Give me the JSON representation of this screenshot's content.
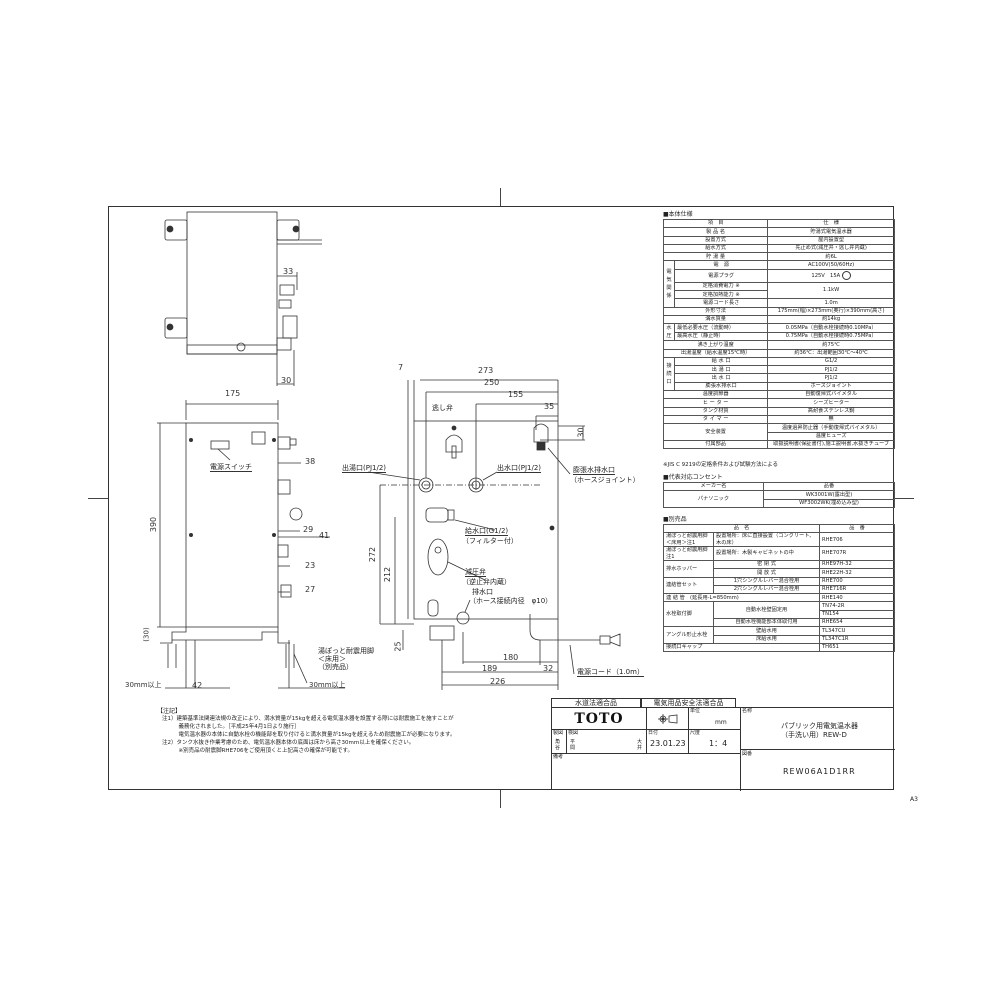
{
  "sheet": {
    "size_label": "A3"
  },
  "views": {
    "top": {
      "dims": {
        "d33": "33",
        "d30": "30"
      }
    },
    "side": {
      "dims": {
        "width": "175",
        "height": "390",
        "d38": "38",
        "d29": "29",
        "d41": "41",
        "d23": "23",
        "d27": "27",
        "d30b": "(30)",
        "d42": "42",
        "clear_left": "30mm以上",
        "clear_right": "30mm以上"
      },
      "labels": {
        "power_switch": "電源スイッチ",
        "leg_line1": "湯ぽっと耐震用脚",
        "leg_line2": "＜床用＞",
        "leg_line3": "（別売品）"
      }
    },
    "front": {
      "dims": {
        "d7": "7",
        "d273": "273",
        "d250": "250",
        "d155": "155",
        "d35": "35",
        "d30": "30",
        "d272": "272",
        "d212": "212",
        "d25": "25",
        "d180": "180",
        "d189": "189",
        "d32": "32",
        "d226": "226"
      },
      "labels": {
        "relief_valve": "逃し弁",
        "hot_outlet": "出湯口(PJ1/2)",
        "water_outlet": "出水口(PJ1/2)",
        "expansion_drain_1": "膨張水排水口",
        "expansion_drain_2": "（ホースジョイント）",
        "supply_inlet_1": "給水口(G1/2)",
        "supply_inlet_2": "（フィルター付）",
        "pressure_valve_1": "減圧弁",
        "pressure_valve_2": "（逆止弁内蔵）",
        "drain_1": "排水口",
        "drain_2": "（ホース接続内径　φ10）",
        "power_cord": "電源コード（1.0m）"
      }
    }
  },
  "spec": {
    "title": "■本体仕様",
    "header": [
      "項　目",
      "仕　様"
    ],
    "rows": [
      [
        "製 品 名",
        "貯湯式電気温水器"
      ],
      [
        "設置方式",
        "屋内設置型"
      ],
      [
        "給水方式",
        "先止め式(減圧弁・逃し弁内蔵)"
      ],
      [
        "貯 湯 量",
        "約6L"
      ],
      [
        "電　源",
        "AC100V(50/60Hz)"
      ],
      [
        "電源プラグ",
        "125V　15A"
      ],
      [
        "定格消費電力 ※",
        "1.1kW"
      ],
      [
        "定格加熱能力 ※",
        ""
      ],
      [
        "電源コード長さ",
        "1.0m"
      ],
      [
        "外形寸法",
        "175mm(幅)×273mm(奥行)×390mm(高さ)"
      ],
      [
        "満水質量",
        "約14kg"
      ],
      [
        "最低必要水圧（流動時）",
        "0.05MPa（自動水栓接続時0.10MPa）"
      ],
      [
        "最高水圧（静止時）",
        "0.75MPa（自動水栓接続時0.75MPa）"
      ],
      [
        "沸き上がり温度",
        "約75℃"
      ],
      [
        "出湯温度（給水温度15℃時）",
        "約36℃：出湯範囲30℃〜40℃"
      ],
      [
        "給 水 口",
        "G1/2"
      ],
      [
        "出 湯 口",
        "PJ1/2"
      ],
      [
        "出 水 口",
        "PJ1/2"
      ],
      [
        "膨張水排水口",
        "ホースジョイント"
      ],
      [
        "温度調節器",
        "自動復帰式バイメタル"
      ],
      [
        "ヒ ー タ ー",
        "シーズヒーター"
      ],
      [
        "タンク材質",
        "高耐食ステンレス鋼"
      ],
      [
        "タ イ マ ー",
        "無"
      ],
      [
        "安全装置",
        "温度過昇防止器（手動復帰式バイメタル）"
      ],
      [
        "",
        "温度ヒューズ"
      ],
      [
        "付属部品",
        "取扱説明書(保証書付),施工説明書,水抜きチューブ"
      ]
    ],
    "group_labels": {
      "electric": "電気関係",
      "water_pressure": "水圧",
      "connection": "接続口"
    },
    "note": "※JIS C 9219の定格条件および試験方法による"
  },
  "outlet": {
    "title": "■代表対応コンセント",
    "header": [
      "メーカー名",
      "品番"
    ],
    "maker": "パナソニック",
    "parts": [
      "WK3001W(露出型)",
      "WF3002WK(埋め込み型)"
    ]
  },
  "options": {
    "title": "■別売品",
    "header": [
      "品　名",
      "品　番"
    ],
    "rows": [
      {
        "name": "湯ぽっと耐震用脚＜床用＞注1",
        "detail": "設置場所：床に直接設置（コンクリート、木の床）",
        "code": "RHE706"
      },
      {
        "name": "湯ぽっと耐震用脚注1",
        "detail": "設置場所：木製キャビネットの中",
        "code": "RHE707R"
      },
      {
        "name": "排水ホッパー",
        "detail": "密 閉 式",
        "code": "RHE97H-32"
      },
      {
        "name": "",
        "detail": "開 放 式",
        "code": "RHE22H-32"
      },
      {
        "name": "連結管セット",
        "detail": "1穴シングルレバー混合栓用",
        "code": "RHE700"
      },
      {
        "name": "",
        "detail": "2穴シングルレバー混合栓用",
        "code": "RHE716R"
      },
      {
        "name": "連 結 管　(延長用-L=850mm)",
        "detail": "",
        "code": "RHE140"
      },
      {
        "name": "水栓取付脚",
        "detail": "自動水栓壁固定用",
        "code": "TN74-2R"
      },
      {
        "name": "",
        "detail": "",
        "code": "TN154"
      },
      {
        "name": "",
        "detail": "自動水栓機能部本体取付用",
        "code": "RHE654"
      },
      {
        "name": "アングル形止水栓",
        "detail": "壁給水用",
        "code": "TL347CU"
      },
      {
        "name": "",
        "detail": "床給水用",
        "code": "TL347C1R"
      },
      {
        "name": "接続口キャップ",
        "detail": "",
        "code": "TH651"
      }
    ]
  },
  "notes": {
    "title": "【注記】",
    "lines": [
      "注1）建築基準法関連法規の改正により、満水質量が15kgを超える電気温水器を設置する際には耐震施工を施すことが",
      "　　　義務化されました。［平成25年4月1日より施行］",
      "　　　電気温水器の本体に自動水栓の機能部を取り付けると満水質量が15kgを超えるため耐震施工が必要になります。",
      "注2）タンク水抜き作業考慮のため、電気温水器本体の底面は床から高さ30mm以上を確保ください。",
      "　　　※別売品の耐震脚RHE706をご使用頂くと上記高さの確保が可能です。"
    ]
  },
  "title_block": {
    "cert_water": "水道法適合品",
    "cert_electric": "電気用品安全法適合品",
    "brand": "TOTO",
    "unit_label": "単位",
    "unit": "mm",
    "name_label": "名称",
    "name_line1": "パブリック用電気温水器",
    "name_line2": "（手洗い用）REW-D",
    "drawn_label": "製図",
    "drawn_by": "角谷",
    "checked_label": "検図",
    "checked_by_1": "平間",
    "checked_by_2": "大井",
    "date_label": "日付",
    "date": "23.01.23",
    "scale_label": "尺度",
    "scale": "1：4",
    "drawing_no_label": "図番",
    "drawing_no": "REW06A1D1RR",
    "remarks_label": "備考"
  }
}
